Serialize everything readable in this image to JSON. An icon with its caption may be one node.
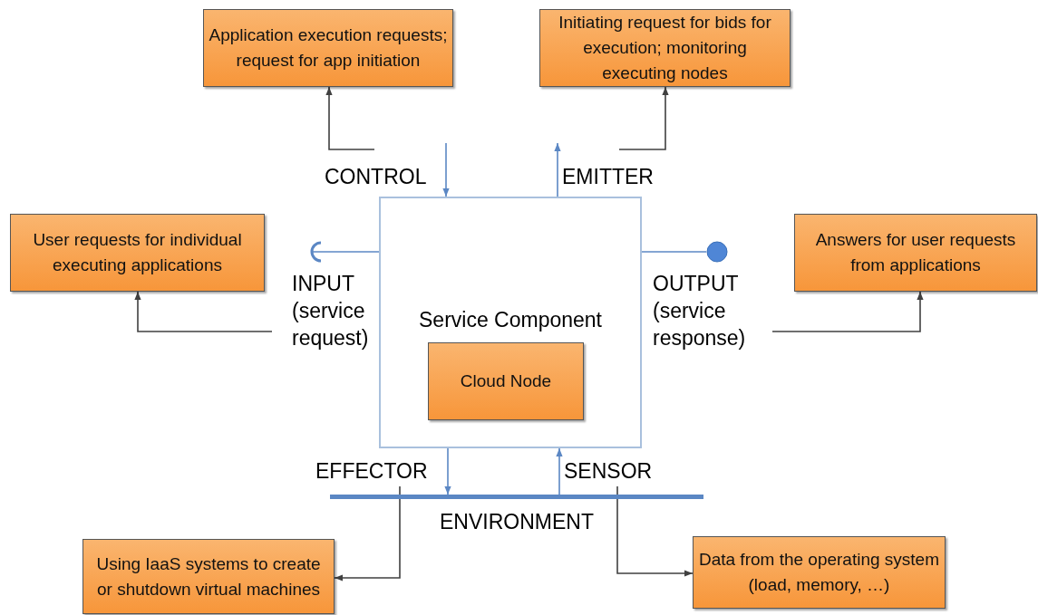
{
  "diagram": {
    "nodes": [
      {
        "text": [
          "Service Component"
        ]
      },
      {
        "text": [
          "Cloud Node"
        ],
        "in": 0
      },
      {
        "text": [
          "CONTROL"
        ]
      },
      {
        "text": [
          "EMITTER"
        ]
      },
      {
        "text": [
          "INPUT (service request)"
        ]
      },
      {
        "text": [
          "OUTPUT (service response)"
        ]
      },
      {
        "text": [
          "EFFECTOR"
        ]
      },
      {
        "text": [
          "SENSOR"
        ]
      },
      {
        "text": [
          "ENVIRONMENT"
        ]
      },
      {
        "text": [
          "Application execution requests; request for app initiation"
        ]
      },
      {
        "text": [
          "Initiating request for bids for execution; monitoring executing nodes"
        ]
      },
      {
        "text": [
          "User requests for individual executing applications"
        ]
      },
      {
        "text": [
          "Answers for user requests from applications"
        ]
      },
      {
        "text": [
          "Using IaaS systems to create or shutdown virtual machines"
        ]
      },
      {
        "text": [
          "Data from the operating system (load, memory, …)"
        ]
      }
    ],
    "edges": [
      {
        "from": null,
        "to": 0,
        "arrow": "to",
        "color": "#5b87c4"
      },
      {
        "from": 0,
        "to": 3,
        "arrow": "to",
        "color": "#5b87c4"
      },
      {
        "from": 0,
        "to": 4,
        "arrow": "other",
        "color": "#5b87c4"
      },
      {
        "from": 0,
        "to": 5,
        "arrow": "other",
        "color": "#5b87c4"
      },
      {
        "from": 0,
        "to": 8,
        "arrow": "to",
        "color": "#5b87c4"
      },
      {
        "from": 8,
        "to": 0,
        "arrow": "to",
        "color": "#5b87c4"
      },
      {
        "from": 2,
        "to": 9,
        "arrow": "to",
        "color": "#404040"
      },
      {
        "from": 3,
        "to": 10,
        "arrow": "to",
        "color": "#404040"
      },
      {
        "from": 4,
        "to": 11,
        "arrow": "to",
        "color": "#404040"
      },
      {
        "from": 5,
        "to": 12,
        "arrow": "to",
        "color": "#404040"
      },
      {
        "from": 6,
        "to": 13,
        "arrow": "to",
        "color": "#404040"
      },
      {
        "from": 7,
        "to": 14,
        "arrow": "to",
        "color": "#404040"
      }
    ]
  }
}
